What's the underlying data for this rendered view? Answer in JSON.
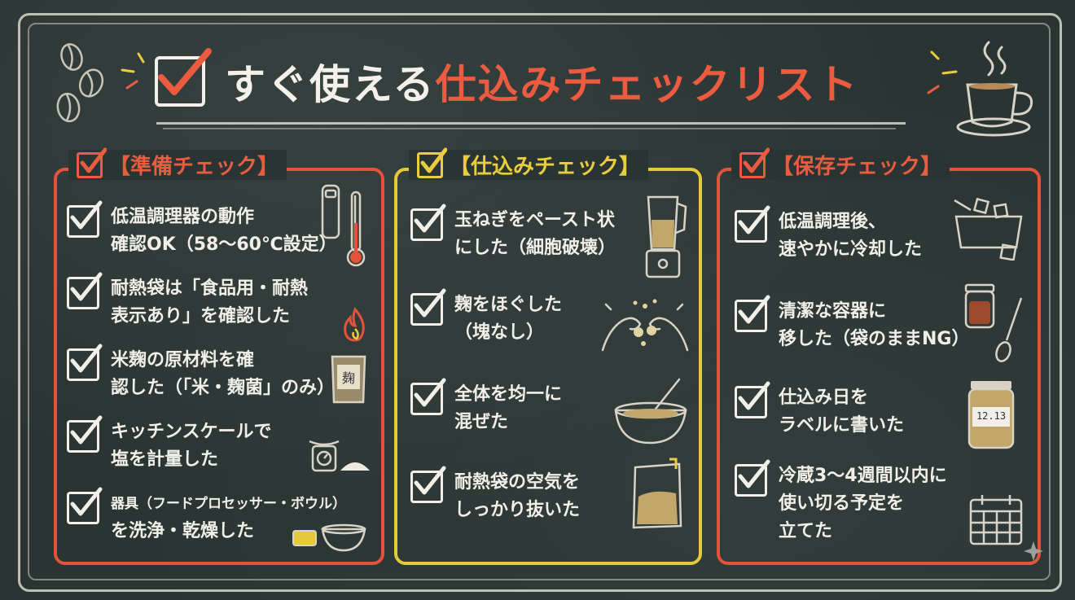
{
  "title": {
    "white": "すぐ使える",
    "red": "仕込みチェックリスト"
  },
  "colors": {
    "board": "#2a3533",
    "chalk": "#f1efe8",
    "red": "#e2533a",
    "yellow": "#e6c93a"
  },
  "panels": [
    {
      "heading": "【準備チェック】",
      "items": [
        {
          "l1": "低温調理器の動作",
          "l2": "確認OK（58〜60℃設定）",
          "icon": "thermometer-icon"
        },
        {
          "l1": "耐熱袋は「食品用・耐熱",
          "l2": "表示あり」を確認した",
          "icon": "flame-icon"
        },
        {
          "l1": "米麹の原材料を確",
          "l2": "認した（「米・麹菌」のみ）",
          "icon": "koji-bag-icon"
        },
        {
          "l1": "キッチンスケールで",
          "l2": "塩を計量した",
          "icon": "scale-icon"
        },
        {
          "l1": "器具（フードプロセッサー・ボウル）",
          "l2": "を洗浄・乾燥した",
          "icon": "bowl-sponge-icon"
        }
      ]
    },
    {
      "heading": "【仕込みチェック】",
      "items": [
        {
          "l1": "玉ねぎをペースト状",
          "l2": "にした（細胞破壊）",
          "icon": "blender-icon"
        },
        {
          "l1": "麹をほぐした",
          "l2": "（塊なし）",
          "icon": "hands-icon"
        },
        {
          "l1": "全体を均一に",
          "l2": "混ぜた",
          "icon": "mixing-bowl-icon"
        },
        {
          "l1": "耐熱袋の空気を",
          "l2": "しっかり抜いた",
          "icon": "bag-icon"
        }
      ]
    },
    {
      "heading": "【保存チェック】",
      "items": [
        {
          "l1": "低温調理後、",
          "l2": "速やかに冷却した",
          "l3": "",
          "icon": "ice-bath-icon"
        },
        {
          "l1": "清潔な容器に",
          "l2": "移した（袋のままNG）",
          "l3": "",
          "icon": "jar-spoon-icon"
        },
        {
          "l1": "仕込み日を",
          "l2": "ラベルに書いた",
          "l3": "",
          "icon": "labeled-jar-icon",
          "label": "12.13"
        },
        {
          "l1": "冷蔵3〜4週間以内に",
          "l2": "使い切る予定を",
          "l3": "立てた",
          "icon": "calendar-icon"
        }
      ]
    }
  ]
}
